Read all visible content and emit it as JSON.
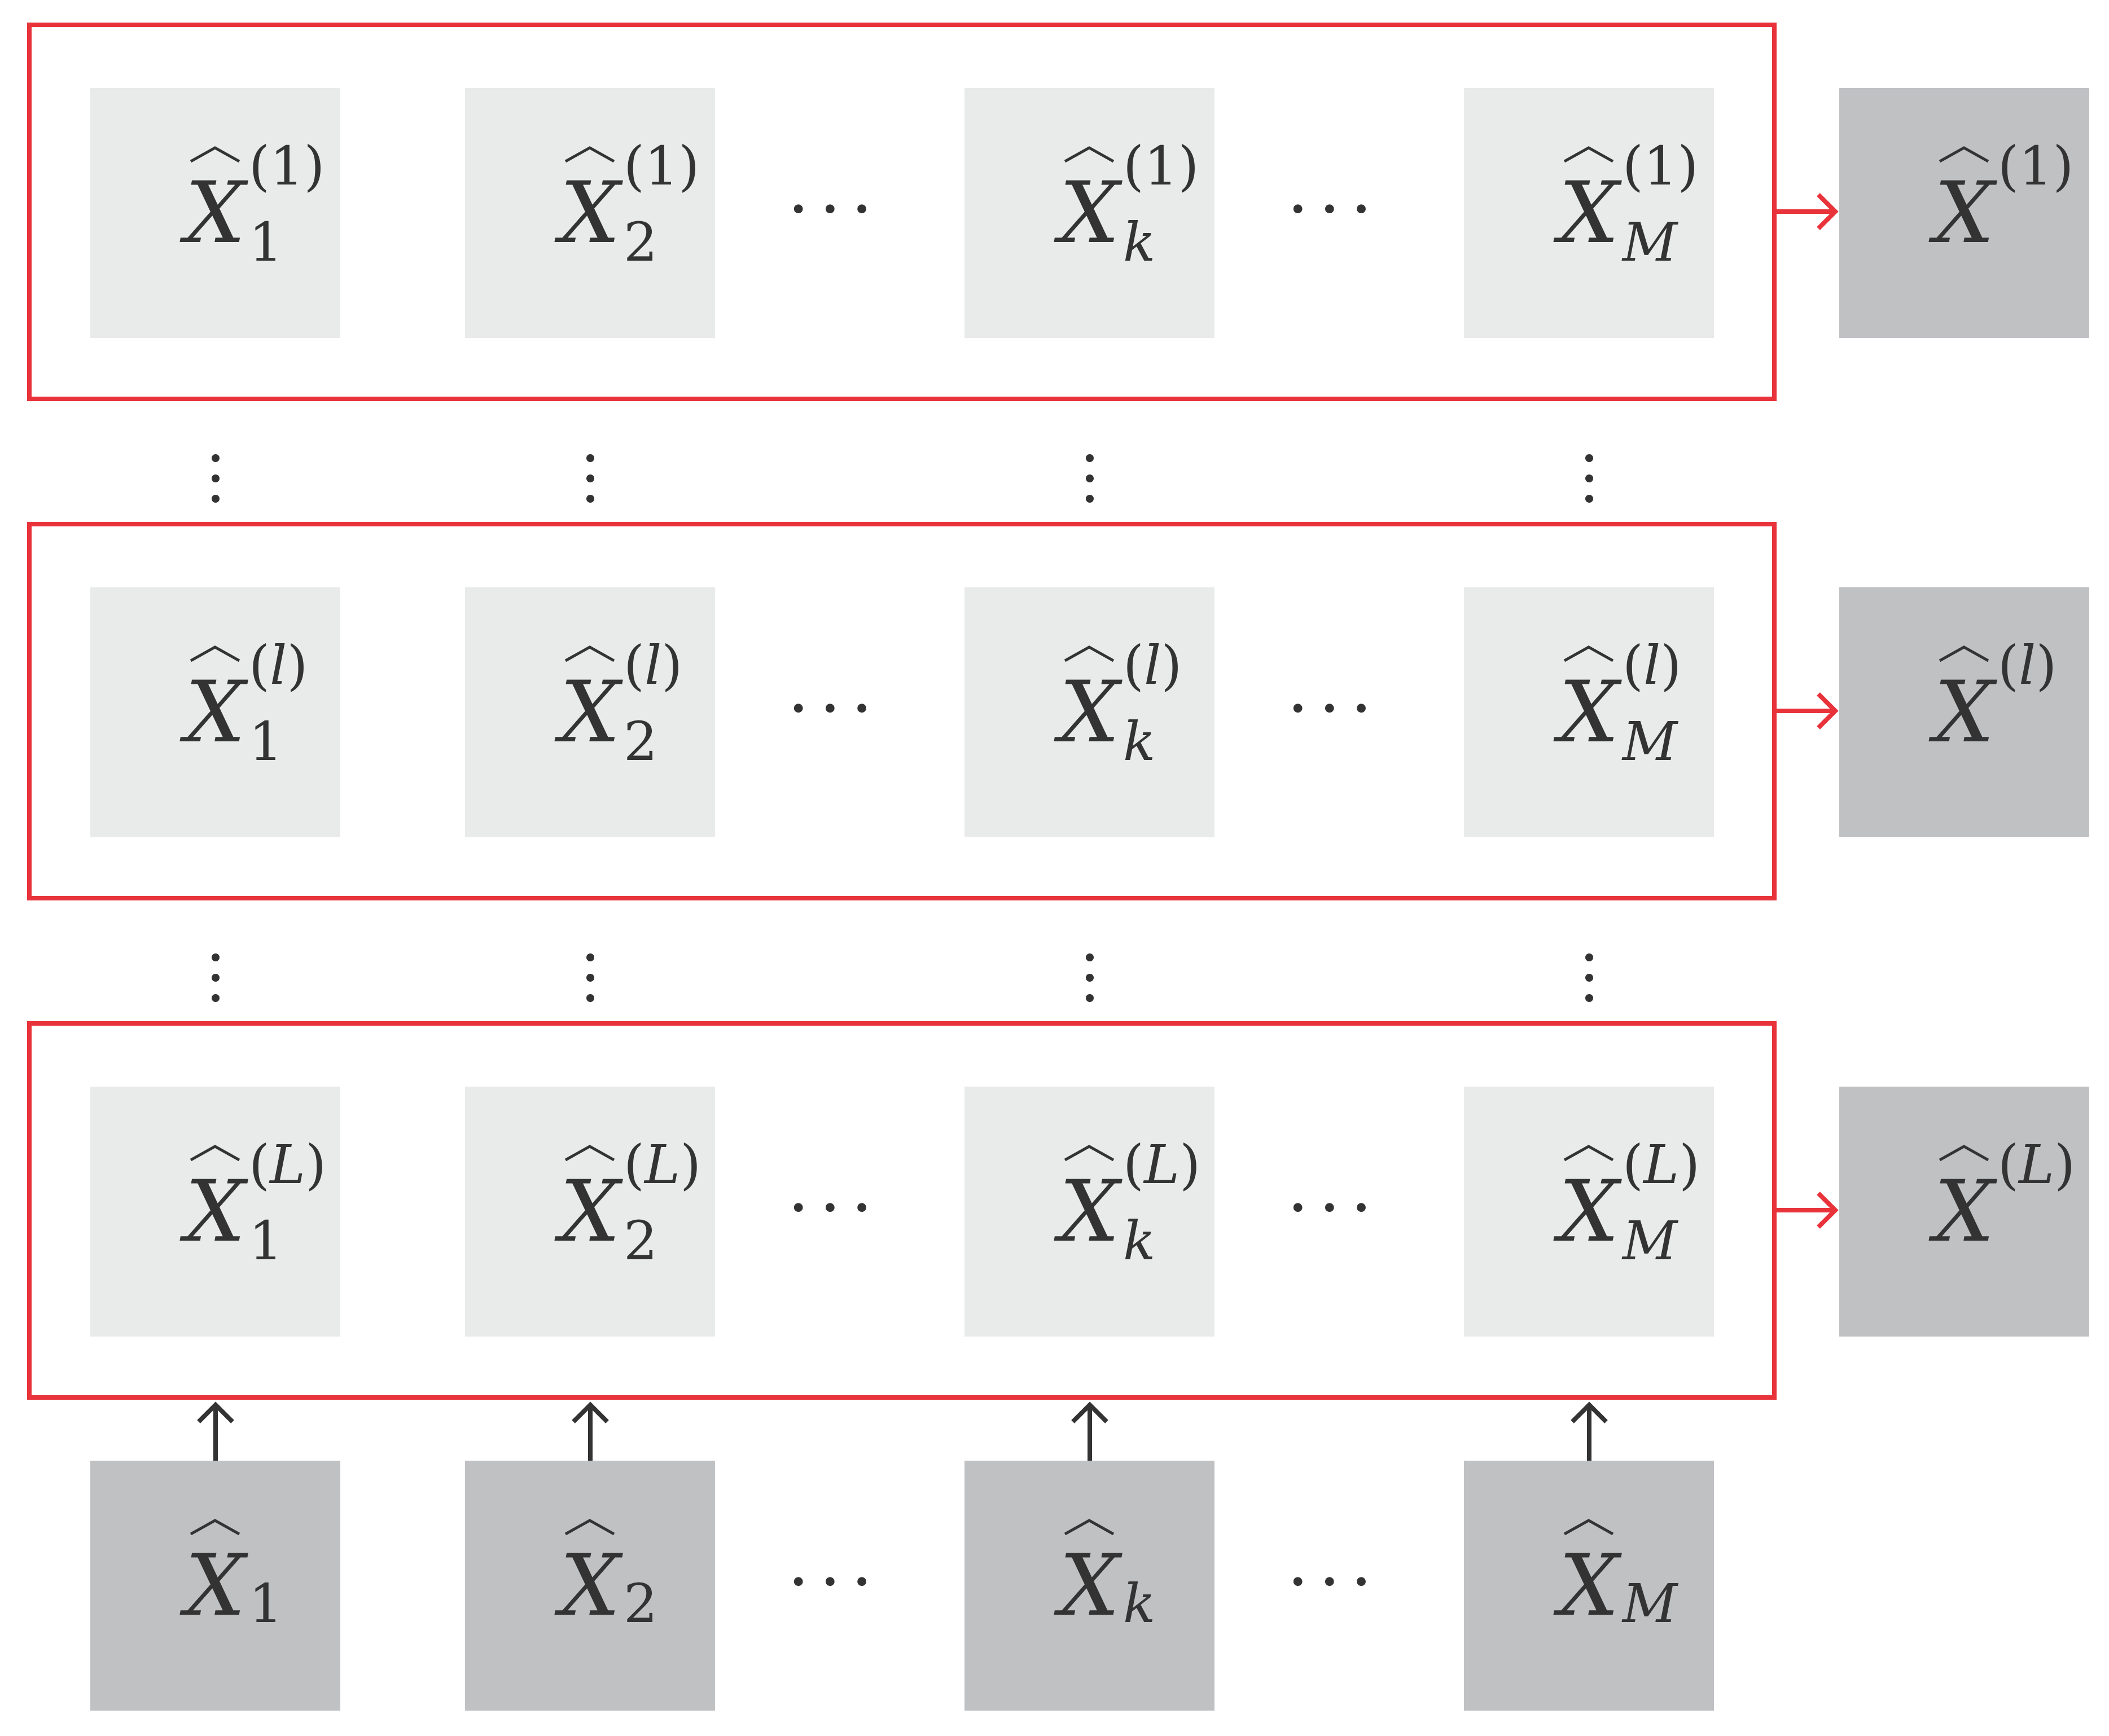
{
  "diagram": {
    "rows": [
      {
        "superscript": "1",
        "tiles": [
          {
            "sub": "1"
          },
          {
            "sub": "2"
          },
          {
            "sub": "k"
          },
          {
            "sub": "M"
          }
        ],
        "output": {
          "superscript": "1"
        }
      },
      {
        "superscript": "l",
        "tiles": [
          {
            "sub": "1"
          },
          {
            "sub": "2"
          },
          {
            "sub": "k"
          },
          {
            "sub": "M"
          }
        ],
        "output": {
          "superscript": "l"
        }
      },
      {
        "superscript": "L",
        "tiles": [
          {
            "sub": "1"
          },
          {
            "sub": "2"
          },
          {
            "sub": "k"
          },
          {
            "sub": "M"
          }
        ],
        "output": {
          "superscript": "L"
        }
      }
    ],
    "inputs": [
      {
        "sub": "1"
      },
      {
        "sub": "2"
      },
      {
        "sub": "k"
      },
      {
        "sub": "M"
      }
    ],
    "symbol": "X",
    "ellipsis": "···",
    "colors": {
      "frame": "#e8333b",
      "tile_light": "#e9eaea",
      "tile_dark": "#c0c1c3",
      "ink": "#333333"
    }
  }
}
